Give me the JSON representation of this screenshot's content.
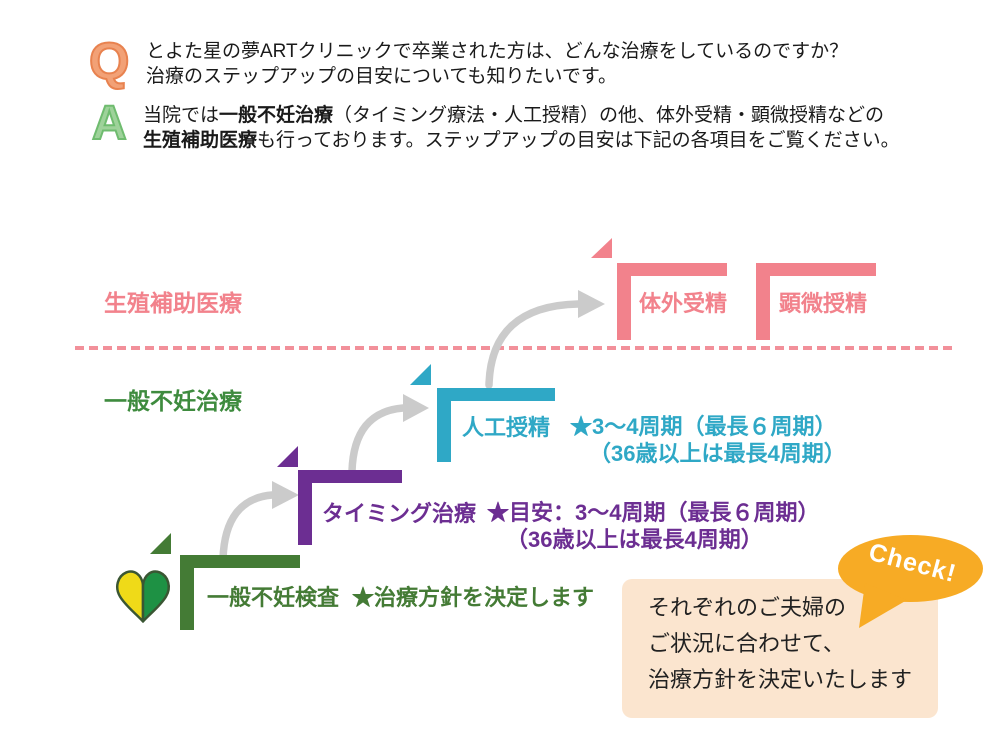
{
  "colors": {
    "pink": "#F2828C",
    "teal": "#2FA8C6",
    "purple": "#6C2E92",
    "green_step": "#447B35",
    "green_label": "#3E8B3E",
    "q_orange": "#F2A176",
    "a_green": "#9ED29A",
    "bubble_orange": "#F7AB25",
    "box_bg": "#FBE5CF",
    "arrow_gray": "#CBCBCB",
    "dash_pink": "#F2909A",
    "heart_yellow": "#EFDA18",
    "heart_green": "#1E9144"
  },
  "qa": {
    "q_icon": "Q",
    "a_icon": "A",
    "question": {
      "line1": "とよた星の夢ARTクリニックで卒業された方は、どんな治療をしているのですか？",
      "line2": "治療のステップアップの目安についても知りたいです。"
    },
    "answer": {
      "pre": "当院では",
      "bold1": "一般不妊治療",
      "mid": "（タイミング療法・人工授精）の他、体外受精・顕微授精などの",
      "bold2": "生殖補助医療",
      "post": "も行っております。ステップアップの目安は下記の各項目をご覧ください。"
    }
  },
  "categories": {
    "art_label": "生殖補助医療",
    "general_label": "一般不妊治療"
  },
  "steps": [
    {
      "label": "一般不妊検査",
      "note1": "★治療方針を決定します"
    },
    {
      "label": "タイミング治療",
      "note1": "★目安：3～4周期（最長６周期）",
      "note2": "（36歳以上は最長4周期）"
    },
    {
      "label": "人工授精",
      "note1": "★3～4周期（最長６周期）",
      "note2": "（36歳以上は最長4周期）"
    },
    {
      "label": "体外受精"
    },
    {
      "label": "顕微授精"
    }
  ],
  "check_bubble": {
    "label": "Check!"
  },
  "info_box": {
    "line1": "それぞれのご夫婦の",
    "line2": "ご状況に合わせて、",
    "line3": "治療方針を決定いたします"
  }
}
